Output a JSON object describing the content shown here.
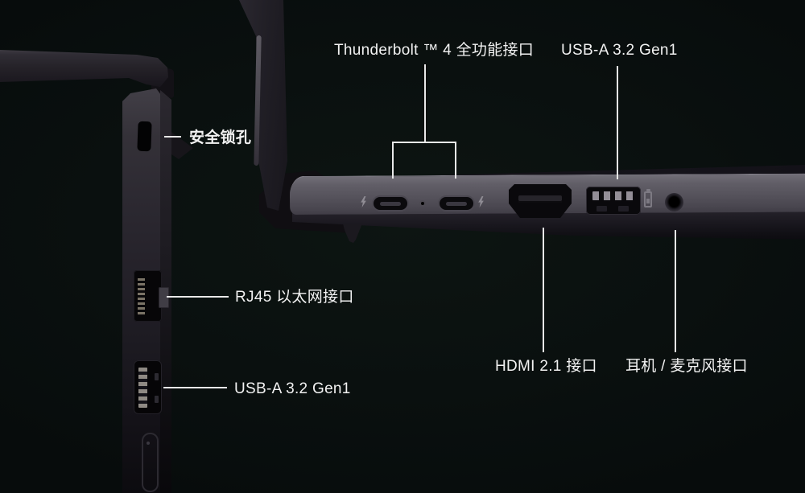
{
  "diagram": {
    "title": "Laptop side views with labeled ports",
    "colors": {
      "background": "#0a100f",
      "label_text": "#f2f2f2",
      "callout_line": "#e8e8e8",
      "chassis_gray": "#55525b",
      "chassis_dark": "#211f26"
    },
    "callouts": {
      "thunderbolt": {
        "label": "Thunderbolt ™ 4 全功能接口"
      },
      "usb_a_top": {
        "label": "USB-A 3.2 Gen1"
      },
      "security_lock": {
        "label": "安全锁孔"
      },
      "rj45": {
        "label": "RJ45 以太网接口"
      },
      "usb_a_left": {
        "label": "USB-A 3.2 Gen1"
      },
      "hdmi": {
        "label": "HDMI 2.1 接口"
      },
      "headphone_mic": {
        "label": "耳机 / 麦克风接口"
      }
    },
    "left_view_ports": [
      "security-lock-slot",
      "rj45-ethernet-port",
      "usb-a-port",
      "vent-slot"
    ],
    "right_view_ports": [
      "thunderbolt-4-usb-c-port",
      "reset-hole",
      "thunderbolt-4-usb-c-port",
      "hdmi-port",
      "usb-a-port",
      "headphone-mic-jack"
    ]
  }
}
